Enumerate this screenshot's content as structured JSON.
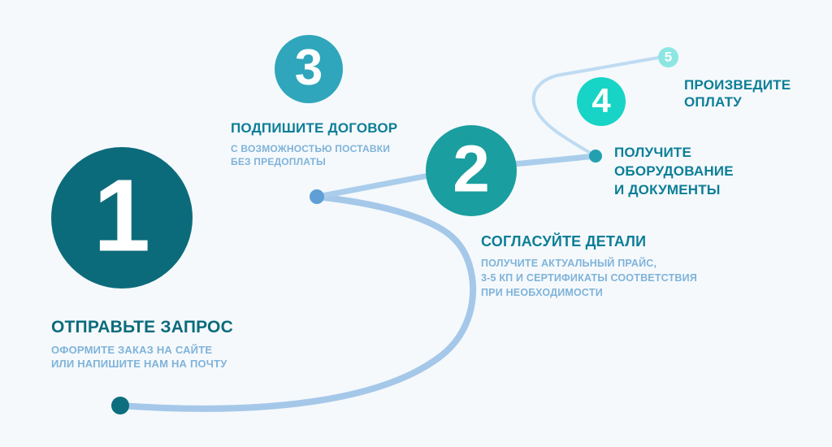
{
  "background": "#f5f9fc",
  "palette": {
    "path_main": "#a5c8e9",
    "path_mid": "#aacdeb",
    "path_light": "#bedbf2",
    "dot_start": "#0d6e7d",
    "dot_mid": "#5f9fd6",
    "dot_right": "#23a0b0",
    "subtitle_text": "#7fb3d9"
  },
  "steps": [
    {
      "number": "1",
      "title_lines": [
        "ОТПРАВЬТЕ ЗАПРОС"
      ],
      "subtitle_lines": [
        "ОФОРМИТЕ ЗАКАЗ НА САЙТЕ",
        "ИЛИ НАПИШИТЕ НАМ НА ПОЧТУ"
      ],
      "circle_color": "#0c6b7b",
      "title_color": "#0c6b7b"
    },
    {
      "number": "2",
      "title_lines": [
        "СОГЛАСУЙТЕ ДЕТАЛИ"
      ],
      "subtitle_lines": [
        "ПОЛУЧИТЕ АКТУАЛЬНЫЙ ПРАЙС,",
        "3-5 КП И СЕРТИФИКАТЫ СООТВЕТСТВИЯ",
        "ПРИ НЕОБХОДИМОСТИ"
      ],
      "circle_color": "#1b9e9f",
      "title_color": "#0d7e97"
    },
    {
      "number": "3",
      "title_lines": [
        "ПОДПИШИТЕ ДОГОВОР"
      ],
      "subtitle_lines": [
        "С ВОЗМОЖНОСТЬЮ ПОСТАВКИ",
        "БЕЗ ПРЕДОПЛАТЫ"
      ],
      "circle_color": "#2fa6bb",
      "title_color": "#0d7e97"
    },
    {
      "number": "4",
      "title_lines": [
        "ПОЛУЧИТЕ",
        "ОБОРУДОВАНИЕ",
        "И ДОКУМЕНТЫ"
      ],
      "subtitle_lines": [],
      "circle_color": "#18d4c6",
      "title_color": "#0d7e97"
    },
    {
      "number": "5",
      "title_lines": [
        "ПРОИЗВЕДИТЕ",
        "ОПЛАТУ"
      ],
      "subtitle_lines": [],
      "circle_color": "#8ee6e3",
      "title_color": "#0d7e97"
    }
  ]
}
